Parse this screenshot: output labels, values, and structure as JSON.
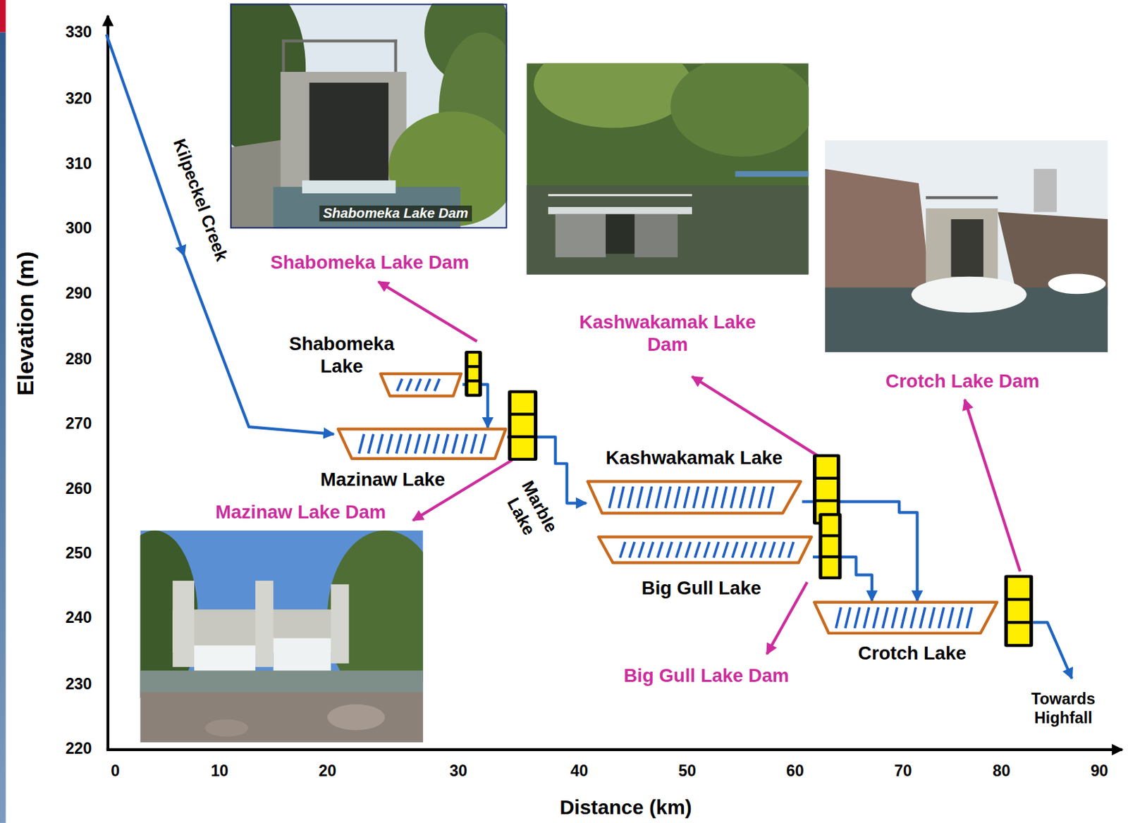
{
  "diagram": {
    "nodes": [
      {
        "text": [
          "Shabomeka Lake"
        ]
      },
      {
        "text": [
          "Mazinaw Lake"
        ]
      },
      {
        "text": [
          "Kashwakamak Lake"
        ]
      },
      {
        "text": [
          "Big Gull Lake"
        ]
      },
      {
        "text": [
          "Crotch Lake"
        ]
      }
    ],
    "edges": [
      {
        "from": 0,
        "to": 1,
        "arrow": "to"
      },
      {
        "from": 1,
        "to": 2,
        "arrow": "to"
      },
      {
        "from": 2,
        "to": 4,
        "arrow": "to"
      },
      {
        "from": 3,
        "to": 4,
        "arrow": "to"
      }
    ],
    "labels": [
      "330",
      "320",
      "310",
      "300",
      "290",
      "280",
      "270",
      "260",
      "250",
      "240",
      "230",
      "220",
      "0",
      "10",
      "20",
      "30",
      "40",
      "50",
      "60",
      "70",
      "80",
      "90",
      "Elevation (m)",
      "Distance (km)",
      "Kilpeckel Creek",
      "Shabomeka Lake Dam",
      "Shabomeka Lake Dam",
      "Mazinaw Lake Dam",
      "Marble Lake",
      "Kashwakamak Lake Dam",
      "Big Gull Lake Dam",
      "Crotch Lake Dam",
      "Towards Highfall"
    ]
  }
}
